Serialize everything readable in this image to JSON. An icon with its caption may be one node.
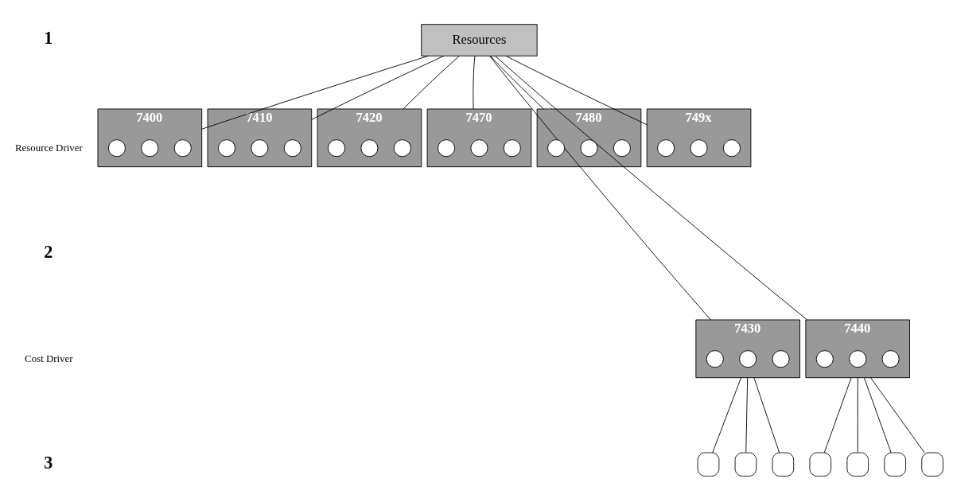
{
  "diagram": {
    "nodes": [
      {
        "text": [
          "Resources"
        ]
      },
      {
        "text": [
          "7400"
        ]
      },
      {
        "text": [],
        "shape": "circle",
        "in": 1
      },
      {
        "text": [],
        "shape": "circle",
        "in": 1
      },
      {
        "text": [],
        "shape": "circle",
        "in": 1
      },
      {
        "text": [
          "7410"
        ]
      },
      {
        "text": [],
        "shape": "circle",
        "in": 5
      },
      {
        "text": [],
        "shape": "circle",
        "in": 5
      },
      {
        "text": [],
        "shape": "circle",
        "in": 5
      },
      {
        "text": [
          "7420"
        ]
      },
      {
        "text": [],
        "shape": "circle",
        "in": 9
      },
      {
        "text": [],
        "shape": "circle",
        "in": 9
      },
      {
        "text": [],
        "shape": "circle",
        "in": 9
      },
      {
        "text": [
          "7470"
        ]
      },
      {
        "text": [],
        "shape": "circle",
        "in": 13
      },
      {
        "text": [],
        "shape": "circle",
        "in": 13
      },
      {
        "text": [],
        "shape": "circle",
        "in": 13
      },
      {
        "text": [
          "7480"
        ]
      },
      {
        "text": [],
        "shape": "circle",
        "in": 17
      },
      {
        "text": [],
        "shape": "circle",
        "in": 17
      },
      {
        "text": [],
        "shape": "circle",
        "in": 17
      },
      {
        "text": [
          "749x"
        ]
      },
      {
        "text": [],
        "shape": "circle",
        "in": 21
      },
      {
        "text": [],
        "shape": "circle",
        "in": 21
      },
      {
        "text": [],
        "shape": "circle",
        "in": 21
      },
      {
        "text": [
          "7430"
        ]
      },
      {
        "text": [],
        "shape": "circle",
        "in": 25
      },
      {
        "text": [],
        "shape": "circle",
        "in": 25
      },
      {
        "text": [],
        "shape": "circle",
        "in": 25
      },
      {
        "text": [
          "7440"
        ]
      },
      {
        "text": [],
        "shape": "circle",
        "in": 29
      },
      {
        "text": [],
        "shape": "circle",
        "in": 29
      },
      {
        "text": [],
        "shape": "circle",
        "in": 29
      },
      {
        "text": [],
        "shape": "box"
      },
      {
        "text": [],
        "shape": "box"
      },
      {
        "text": [],
        "shape": "box"
      },
      {
        "text": [],
        "shape": "box"
      },
      {
        "text": [],
        "shape": "box"
      },
      {
        "text": [],
        "shape": "box"
      },
      {
        "text": [],
        "shape": "box"
      }
    ],
    "edges": [
      {
        "from": 0,
        "to": 1,
        "arrow": "none"
      },
      {
        "from": 0,
        "to": 5,
        "arrow": "none"
      },
      {
        "from": 0,
        "to": 9,
        "arrow": "none"
      },
      {
        "from": 0,
        "to": 13,
        "arrow": "none"
      },
      {
        "from": 0,
        "to": 17,
        "arrow": "none"
      },
      {
        "from": 0,
        "to": 21,
        "arrow": "none"
      },
      {
        "from": 0,
        "to": 25,
        "arrow": "none"
      },
      {
        "from": 0,
        "to": 29,
        "arrow": "none"
      },
      {
        "from": 25,
        "to": 33,
        "arrow": "none"
      },
      {
        "from": 25,
        "to": 34,
        "arrow": "none"
      },
      {
        "from": 25,
        "to": 35,
        "arrow": "none"
      },
      {
        "from": 29,
        "to": 36,
        "arrow": "none"
      },
      {
        "from": 29,
        "to": 37,
        "arrow": "none"
      },
      {
        "from": 29,
        "to": 38,
        "arrow": "none"
      },
      {
        "from": 29,
        "to": 39,
        "arrow": "none"
      }
    ],
    "labels": [
      "1",
      "Resource Driver",
      "2",
      "Cost Driver",
      "3"
    ]
  }
}
